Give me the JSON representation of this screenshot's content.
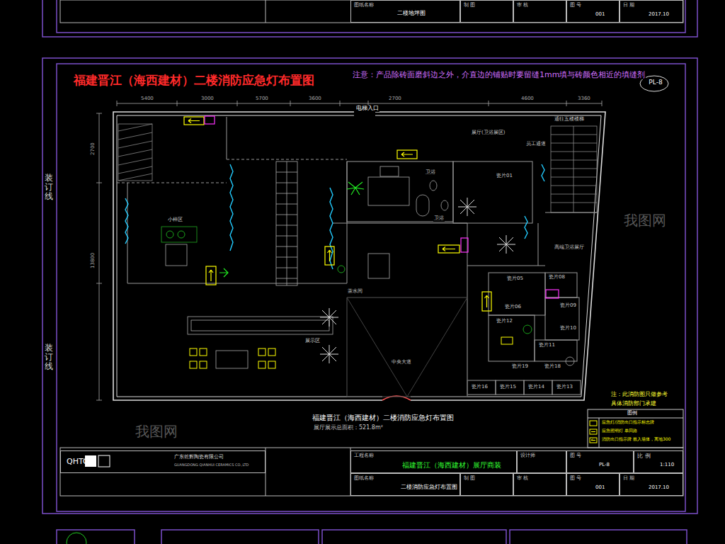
{
  "diagram": {
    "title": "福建晋江（海西建材）二楼消防应急灯布置图",
    "caption": "福建晋江（海西建材）二楼消防应急灯布置图",
    "nodes": [
      {
        "text": [
          "PL-8"
        ]
      },
      {
        "text": [
          "QHTC",
          "广东乾辉陶瓷有限公司",
          "GUANGDONG QIANHUI CERAMICS CO.,LTD"
        ]
      },
      {
        "text": [
          "工程名称",
          "福建晋江（海西建材）展厅商装"
        ]
      },
      {
        "text": [
          "设计师"
        ]
      },
      {
        "text": [
          "图 号",
          "PL-8"
        ]
      },
      {
        "text": [
          "比 例",
          "1:110"
        ]
      },
      {
        "text": [
          "图纸名称",
          "二楼消防应急灯布置图"
        ]
      },
      {
        "text": [
          "制 图"
        ]
      },
      {
        "text": [
          "审 核"
        ]
      },
      {
        "text": [
          "图 号",
          "001"
        ]
      },
      {
        "text": [
          "日 期",
          "2017.10"
        ]
      },
      {
        "text": [
          "图纸名称",
          "二楼地坪图"
        ]
      },
      {
        "text": [
          "制 图"
        ]
      },
      {
        "text": [
          "审 核"
        ]
      },
      {
        "text": [
          "图 号",
          "001"
        ]
      },
      {
        "text": [
          "日 期",
          "2017.10"
        ]
      }
    ],
    "labels": [
      "注意：产品除砖面磨斜边之外，介直边的铺贴时要留缝1mm填与砖颜色相近的填缝剂",
      "装订线",
      "装订线",
      "展厅展示总面积：521.8m²",
      "5400",
      "3000",
      "5700",
      "3600",
      "2700",
      "4600",
      "3360",
      "13800",
      "2700",
      "电梯入口",
      "展厅(卫浴展区)",
      "员工通道",
      "通往五楼楼梯",
      "小样区",
      "卫浴",
      "卫浴",
      "瓷片01",
      "茶水间",
      "展示区",
      "中央大道",
      "高端卫浴展厅",
      "瓷片05",
      "瓷片06",
      "瓷片08",
      "瓷片09",
      "瓷片10",
      "瓷片12",
      "瓷片11",
      "瓷片19",
      "瓷片18",
      "瓷片16",
      "瓷片15",
      "瓷片14",
      "瓷片13",
      "注：此消防图只做参考",
      "具体消防部门承建",
      "图例",
      "我图网",
      "我图网"
    ],
    "legend": [
      {
        "text": "应急灯/消防出口指示标志牌"
      },
      {
        "text": "应急照明灯 单回路"
      },
      {
        "text": "消防出口指示牌 嵌入墙体，离地300"
      }
    ]
  }
}
